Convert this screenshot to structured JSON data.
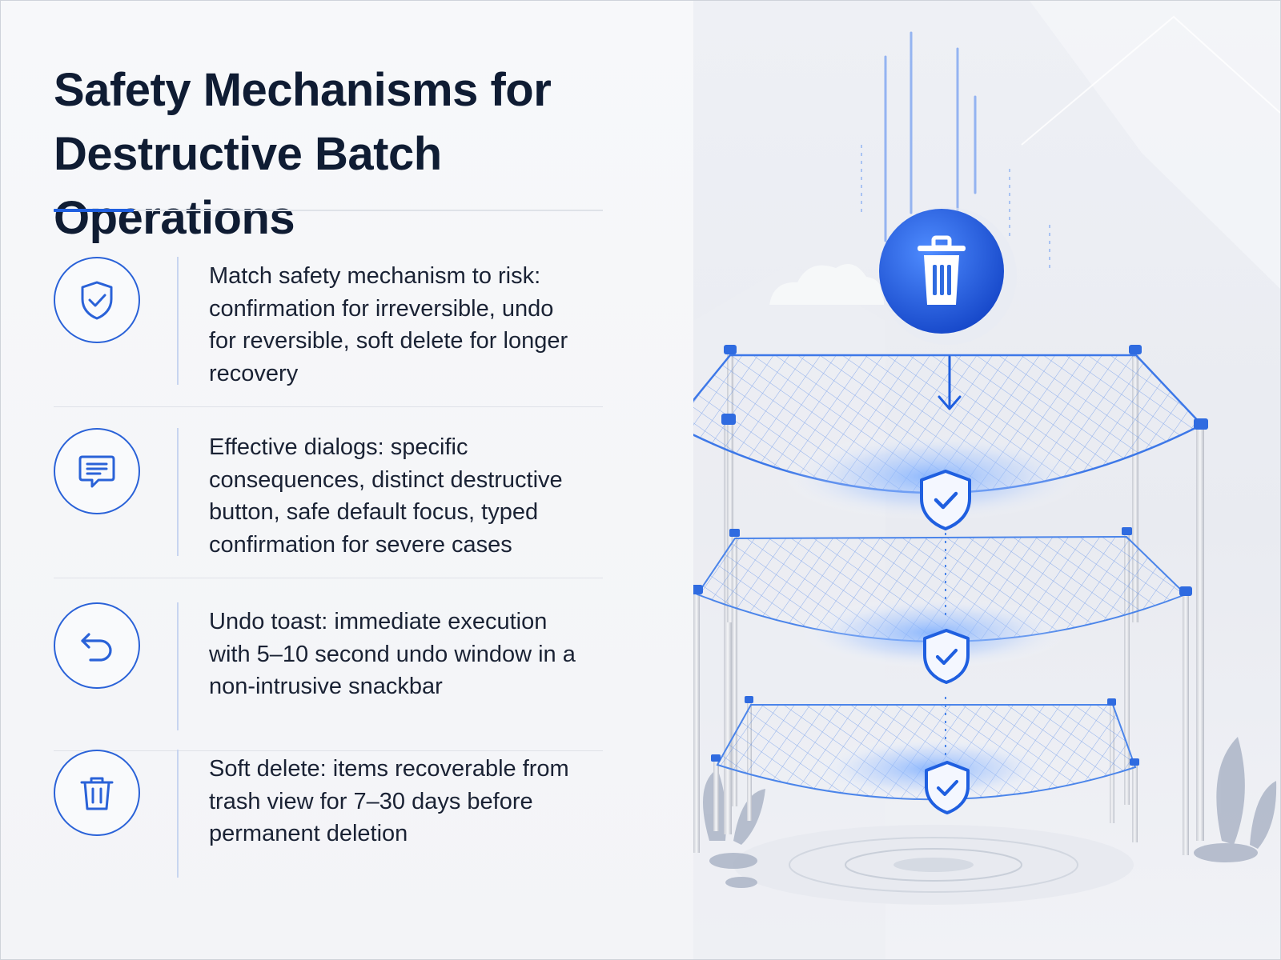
{
  "title": "Safety Mechanisms for\nDestructive Batch Operations",
  "items": [
    {
      "icon": "shield-check-icon",
      "text": "Match safety mechanism to risk: confirmation for irreversible, undo for reversible, soft delete for longer recovery"
    },
    {
      "icon": "chat-message-icon",
      "text": "Effective dialogs: specific consequences, distinct destructive button, safe default focus, typed confirmation for severe cases"
    },
    {
      "icon": "undo-arrow-icon",
      "text": "Undo toast: immediate execution with 5–10 second undo window in a non-intrusive snackbar"
    },
    {
      "icon": "trash-icon",
      "text": "Soft delete: items recoverable from trash view for 7–30 days before permanent deletion"
    }
  ],
  "colors": {
    "accent": "#1f5fe0",
    "title": "#0f1c33",
    "text": "#1a2234",
    "net": "#3d78e8"
  },
  "illustration": {
    "top_icon": "trash-icon",
    "layer_icons": [
      "shield-check-icon",
      "shield-check-icon",
      "shield-check-icon"
    ]
  }
}
